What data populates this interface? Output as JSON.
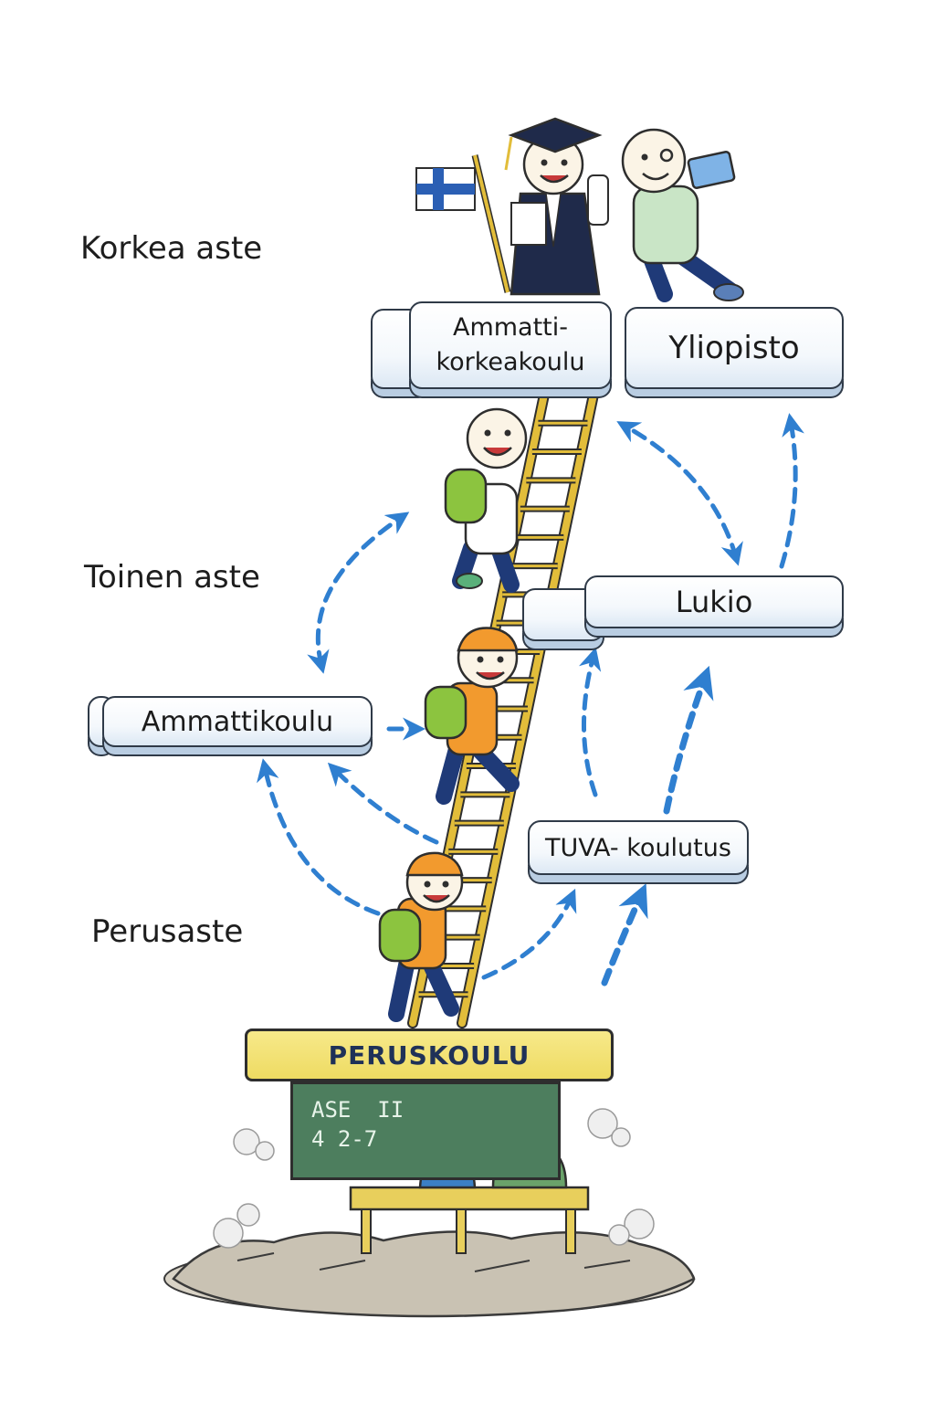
{
  "levels": {
    "higher": "Korkea aste",
    "secondary": "Toinen aste",
    "basic": "Perusaste"
  },
  "boxes": {
    "amk_line1": "Ammatti-",
    "amk_line2": "korkeakoulu",
    "university": "Yliopisto",
    "upper_secondary": "Lukio",
    "vocational": "Ammattikoulu",
    "tuva": "TUVA- koulutus"
  },
  "school": {
    "sign": "PERUSKOULU",
    "chalkboard": "ASE  II\n4 2-7"
  },
  "colors": {
    "arrow": "#2f7fd0",
    "ladder": "#e2bd3a",
    "sign": "#eedb62",
    "chalkboard": "#4d7e5e",
    "backpack": "#8cc43f",
    "shirt": "#f29a2e",
    "pants": "#1f3a78"
  }
}
